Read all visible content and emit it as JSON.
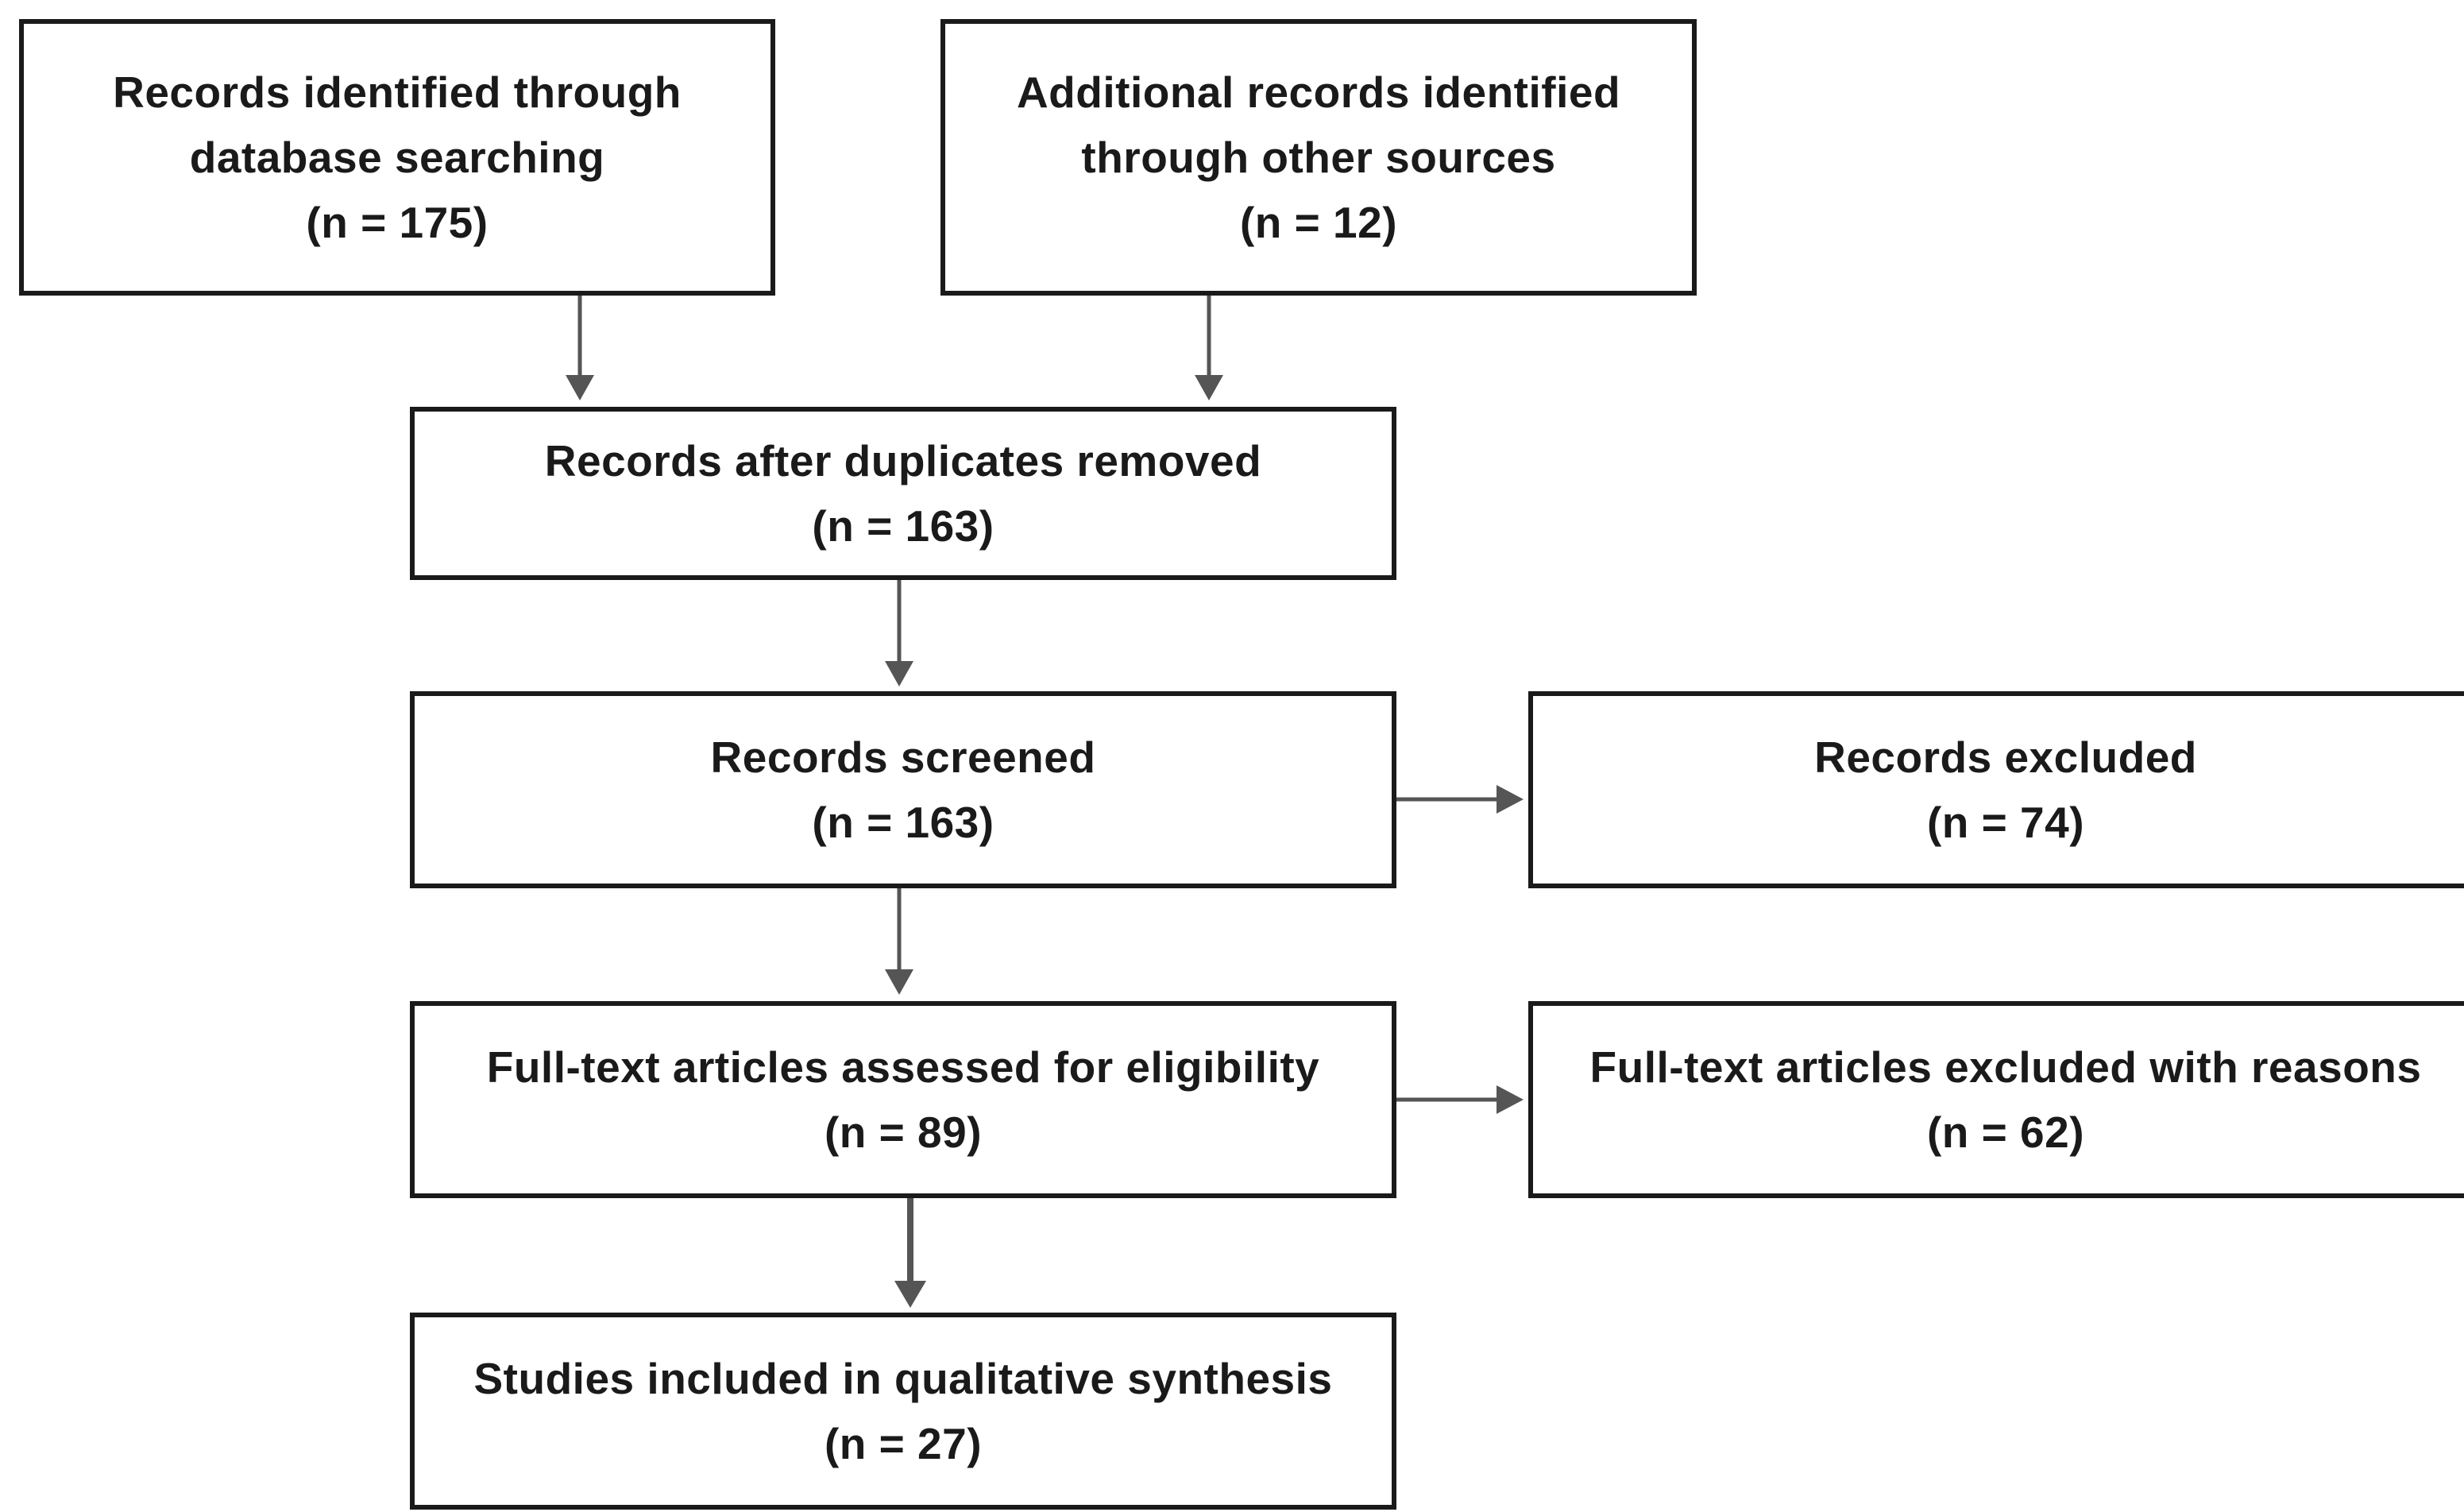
{
  "flow": {
    "identification_database": {
      "line1": "Records identified through",
      "line2": "database searching",
      "count": "(n = 175)"
    },
    "identification_other": {
      "line1": "Additional records identified",
      "line2": "through other sources",
      "count": "(n = 12)"
    },
    "after_duplicates": {
      "line1": "Records after duplicates removed",
      "count": "(n = 163)"
    },
    "screened": {
      "line1": "Records screened",
      "count": "(n = 163)"
    },
    "excluded": {
      "line1": "Records excluded",
      "count": "(n = 74)"
    },
    "fulltext_assessed": {
      "line1": "Full-text articles assessed for eligibility",
      "count": "(n = 89)"
    },
    "fulltext_excluded": {
      "line1": "Full-text articles excluded with reasons",
      "count": "(n = 62)"
    },
    "included": {
      "line1": "Studies included in qualitative synthesis",
      "count": "(n = 27)"
    }
  },
  "colors": {
    "box_border": "#1a1a1a",
    "arrow": "#555555",
    "text": "#1a1a1a",
    "background": "#ffffff"
  }
}
